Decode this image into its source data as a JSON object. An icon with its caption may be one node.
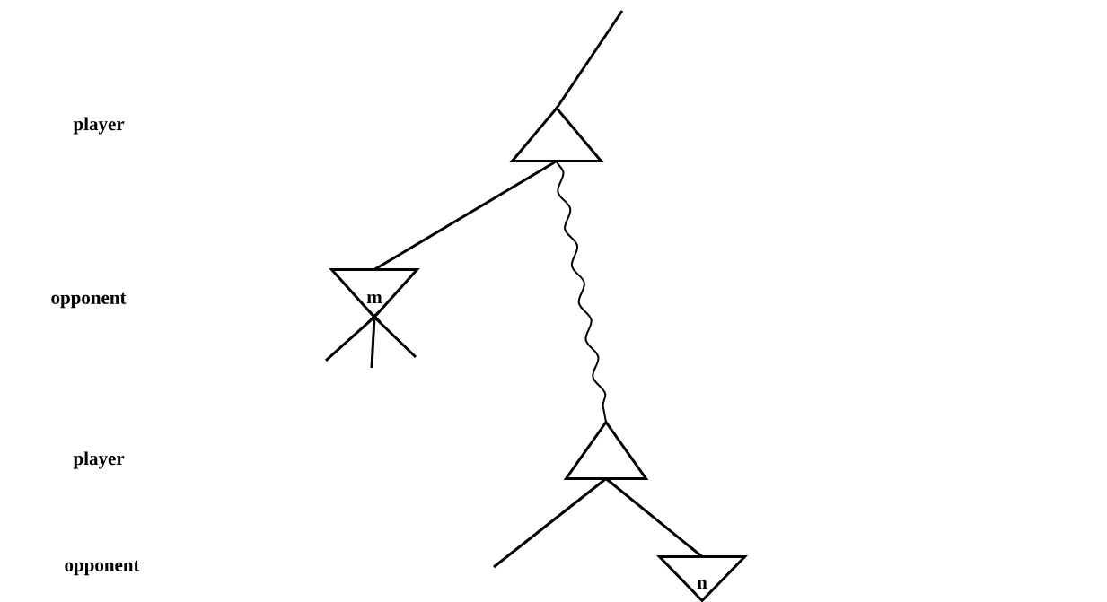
{
  "diagram": {
    "nodes": [
      {
        "text": [],
        "shape": "triangle"
      },
      {
        "text": [
          "m"
        ]
      },
      {
        "text": [],
        "shape": "triangle"
      },
      {
        "text": [
          "n"
        ]
      }
    ],
    "edges": [
      {
        "from": null,
        "to": 0,
        "arrow": "none"
      },
      {
        "from": 0,
        "to": 1,
        "arrow": "none"
      },
      {
        "from": 0,
        "to": 2,
        "arrow": "none"
      },
      {
        "from": 1,
        "to": null,
        "arrow": "none"
      },
      {
        "from": 1,
        "to": null,
        "arrow": "none"
      },
      {
        "from": 1,
        "to": null,
        "arrow": "none"
      },
      {
        "from": 2,
        "to": null,
        "arrow": "none"
      },
      {
        "from": 2,
        "to": 3,
        "arrow": "none"
      }
    ],
    "labels": [
      "player",
      "opponent",
      "player",
      "opponent"
    ]
  }
}
